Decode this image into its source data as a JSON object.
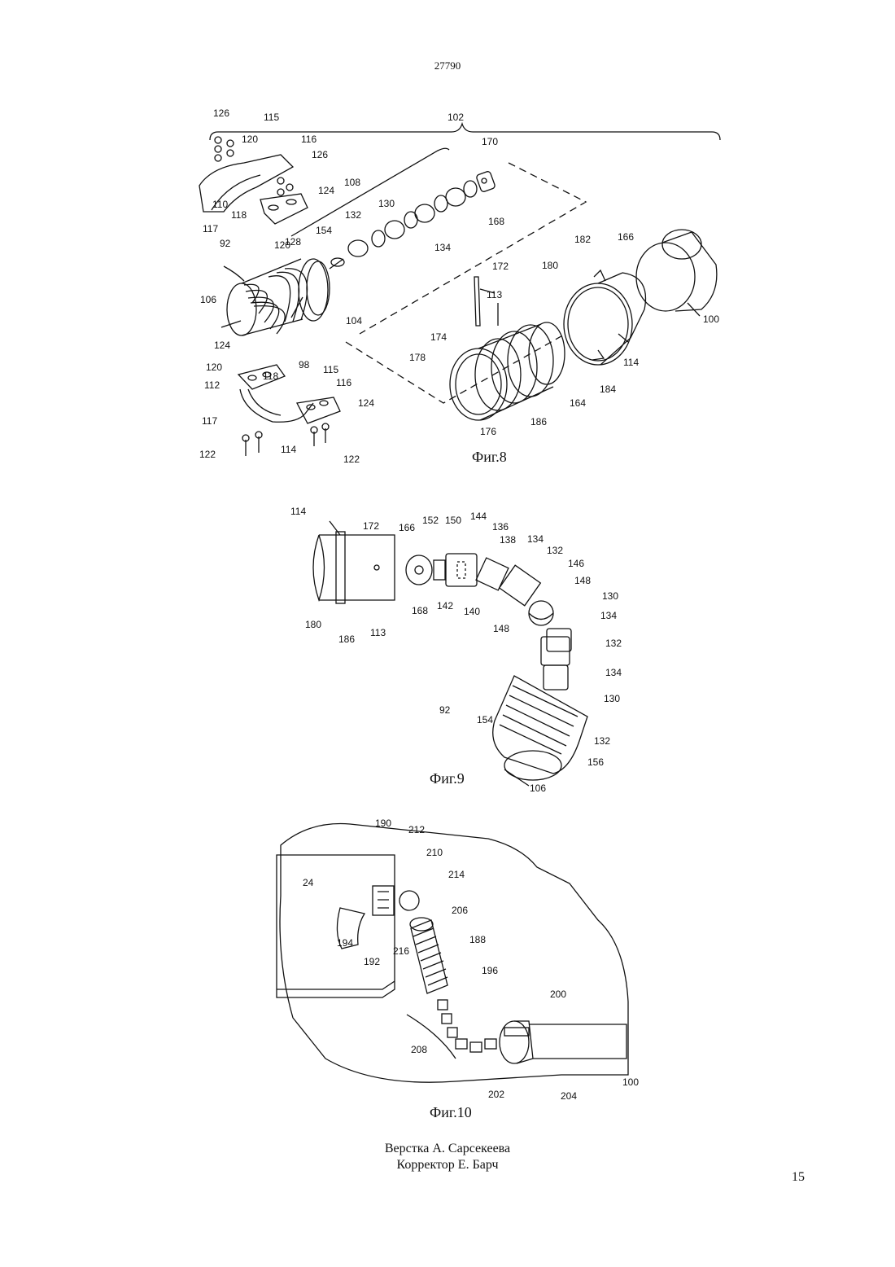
{
  "header": {
    "doc_number": "27790"
  },
  "figures": {
    "fig8": {
      "caption": "Фиг.8",
      "labels": [
        "126",
        "115",
        "102",
        "120",
        "116",
        "126",
        "170",
        "108",
        "124",
        "130",
        "110",
        "118",
        "168",
        "117",
        "132",
        "134",
        "120",
        "154",
        "92",
        "128",
        "182",
        "166",
        "172",
        "180",
        "113",
        "106",
        "104",
        "100",
        "174",
        "178",
        "114",
        "98",
        "124",
        "118",
        "115",
        "120",
        "116",
        "112",
        "124",
        "164",
        "184",
        "117",
        "186",
        "176",
        "114",
        "122",
        "122"
      ]
    },
    "fig9": {
      "caption": "Фиг.9",
      "labels": [
        "114",
        "172",
        "166",
        "152",
        "150",
        "144",
        "136",
        "138",
        "134",
        "132",
        "146",
        "148",
        "130",
        "180",
        "186",
        "113",
        "168",
        "142",
        "140",
        "148",
        "134",
        "132",
        "134",
        "130",
        "92",
        "154",
        "132",
        "156",
        "106"
      ]
    },
    "fig10": {
      "caption": "Фиг.10",
      "labels": [
        "190",
        "212",
        "210",
        "214",
        "24",
        "206",
        "188",
        "194",
        "192",
        "216",
        "196",
        "200",
        "208",
        "202",
        "204",
        "100"
      ]
    }
  },
  "footer": {
    "layout_credit": "Верстка А. Сарсекеева",
    "corrector_credit": "Корректор Е. Барч",
    "page_number": "15"
  }
}
